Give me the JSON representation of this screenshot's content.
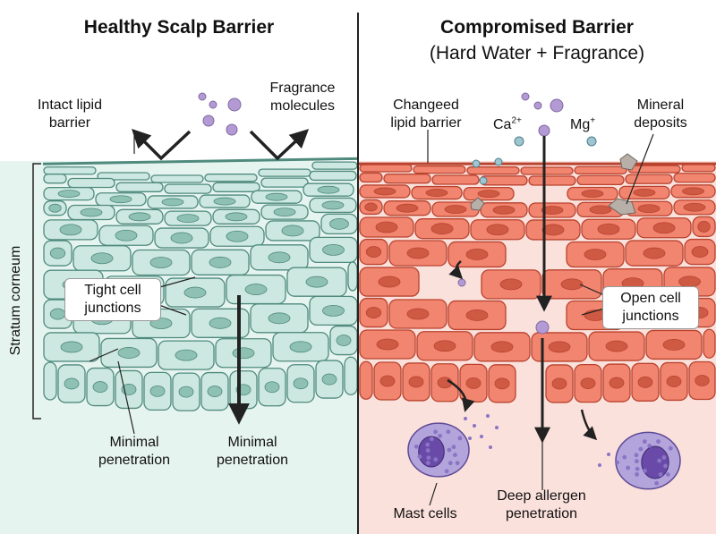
{
  "left_panel": {
    "title": "Healthy Scalp Barrier",
    "labels": {
      "intact_lipid": "Intact lipid\nbarrier",
      "fragrance": "Fragrance\nmolecules",
      "stratum": "Stratum corneum",
      "tight_junctions": "Tight cell\njunctions",
      "minimal_1": "Minimal\npenetration",
      "minimal_2": "Minimal\npenetration"
    }
  },
  "right_panel": {
    "title": "Compromised Barrier",
    "subtitle": "(Hard Water + Fragrance)",
    "labels": {
      "changed_lipid": "Changeed\nlipid barrier",
      "calcium": "Ca",
      "calcium_charge": "2+",
      "magnesium": "Mg",
      "magnesium_charge": "+",
      "mineral": "Mineral\ndeposits",
      "open_junctions": "Open cell\njunctions",
      "deep_allergen": "Deep allergen\npenetration",
      "mast_cells": "Mast cells"
    }
  },
  "colors": {
    "healthy_fill": "#cde8e0",
    "healthy_stroke": "#4f8a7d",
    "healthy_nucleus": "#8fc1b3",
    "healthy_bg": "#e6f4ef",
    "damaged_fill": "#f1856f",
    "damaged_stroke": "#b9432f",
    "damaged_nucleus": "#cf5a44",
    "damaged_bg": "#fbe1dc",
    "fragrance_molecule": "#b49ad4",
    "mineral_ion": "#9ec5d0",
    "mast_cell": "#b3a4db",
    "mast_nucleus": "#6a4aa8"
  }
}
